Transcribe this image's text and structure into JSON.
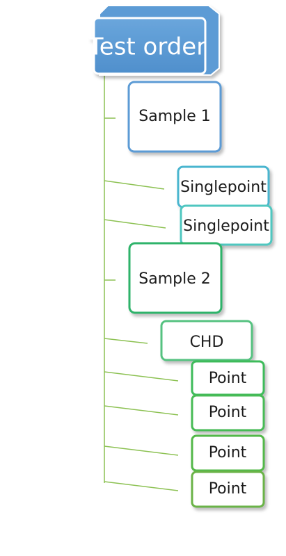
{
  "root": {
    "label": "Test order",
    "fill": "#5b9bd5",
    "stroke": "#ffffff"
  },
  "connector_color": "#8cc152",
  "nodes": [
    {
      "id": "sample-1",
      "label": "Sample 1",
      "stroke": "#5b9bd5"
    },
    {
      "id": "singlepoint-1",
      "label": "Singlepoint",
      "stroke": "#4ab5cf"
    },
    {
      "id": "singlepoint-2",
      "label": "Singlepoint",
      "stroke": "#4fc7c0"
    },
    {
      "id": "sample-2",
      "label": "Sample 2",
      "stroke": "#2fb36a"
    },
    {
      "id": "chd",
      "label": "CHD",
      "stroke": "#55c280"
    },
    {
      "id": "point-1",
      "label": "Point",
      "stroke": "#3dbb5a"
    },
    {
      "id": "point-2",
      "label": "Point",
      "stroke": "#47bb55"
    },
    {
      "id": "point-3",
      "label": "Point",
      "stroke": "#52b84a"
    },
    {
      "id": "point-4",
      "label": "Point",
      "stroke": "#6bb347"
    }
  ]
}
